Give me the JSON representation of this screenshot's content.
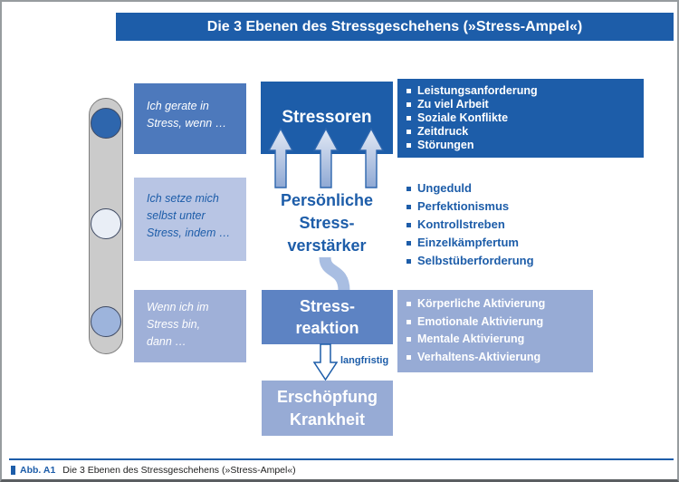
{
  "header": {
    "title": "Die 3 Ebenen des Stressgeschehens (»Stress-Ampel«)"
  },
  "levels": [
    {
      "prompt": "Ich gerate in\nStress, wenn …",
      "center": "Stressoren",
      "items": [
        "Leistungsanforderung",
        "Zu viel Arbeit",
        "Soziale Konflikte",
        "Zeitdruck",
        "Störungen"
      ]
    },
    {
      "prompt": "Ich setze mich\nselbst unter\nStress, indem …",
      "center": "Persönliche\nStress-\nverstärker",
      "items": [
        "Ungeduld",
        "Perfektionismus",
        "Kontrollstreben",
        "Einzelkämpfertum",
        "Selbstüberforderung"
      ]
    },
    {
      "prompt": "Wenn ich im\nStress bin,\ndann …",
      "center": "Stress-\nreaktion",
      "items": [
        "Körperliche Aktivierung",
        "Emotionale Aktivierung",
        "Mentale Aktivierung",
        "Verhaltens-Aktivierung"
      ]
    }
  ],
  "flow": {
    "arrow_label": "langfristig",
    "outcome": "Erschöpfung\nKrankheit"
  },
  "caption": {
    "label": "Abb. A1",
    "text": "Die 3 Ebenen des Stressgeschehens (»Stress-Ampel«)"
  },
  "colors": {
    "dark_blue": "#1d5da9",
    "medium_blue": "#4d79bc",
    "steel_blue": "#5d83c3",
    "pale_blue": "#b8c5e4",
    "light_blue": "#9fb0d8",
    "lighter_blue": "#97abd5",
    "traffic_light_gray": "#cbcbcb"
  }
}
